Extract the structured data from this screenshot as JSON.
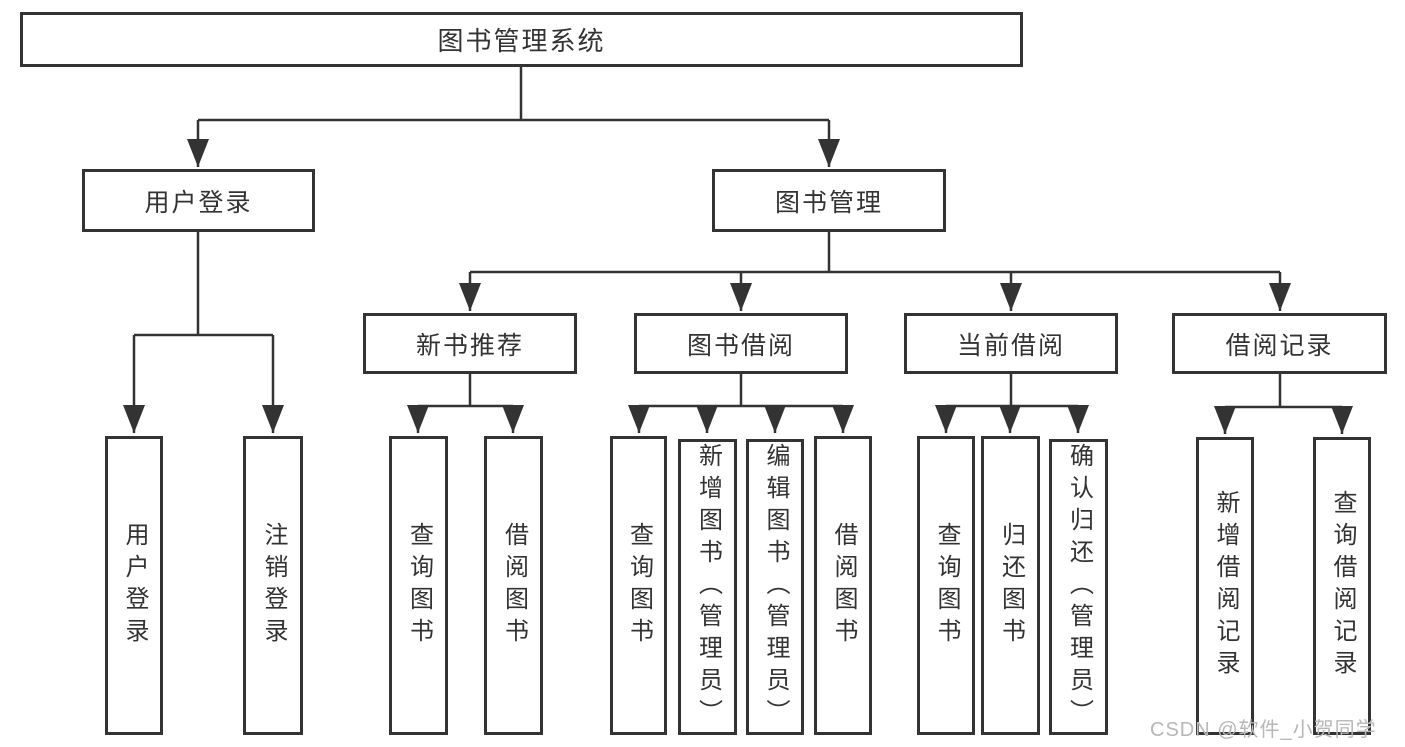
{
  "diagram": {
    "nodes": {
      "root": "图书管理系统",
      "userLogin": "用户登录",
      "bookMgmt": "图书管理",
      "newBookRec": "新书推荐",
      "bookBorrow": "图书借阅",
      "currentBorrow": "当前借阅",
      "borrowRecord": "借阅记录",
      "leafUserLogin": "用户登录",
      "leafLogoutLogin": "注销登录",
      "leafQueryBookRec": "查询图书",
      "leafBorrowBookRec": "借阅图书",
      "leafQueryBookBorrow": "查询图书",
      "leafAddBookAdmin": "新增图书（管理员）",
      "leafEditBookAdmin": "编辑图书（管理员）",
      "leafBorrowBookBorrow": "借阅图书",
      "leafQueryBookCurrent": "查询图书",
      "leafReturnBook": "归还图书",
      "leafConfirmReturnAdmin": "确认归还（管理员）",
      "leafAddBorrowRecord": "新增借阅记录",
      "leafQueryBorrowRecord": "查询借阅记录"
    }
  },
  "watermark": {
    "text": "CSDN @软件_小贺同学",
    "color": "#b8b6b6"
  },
  "colors": {
    "line": "#333333",
    "box_border": "#333333",
    "text": "#333333",
    "background": "#ffffff"
  }
}
